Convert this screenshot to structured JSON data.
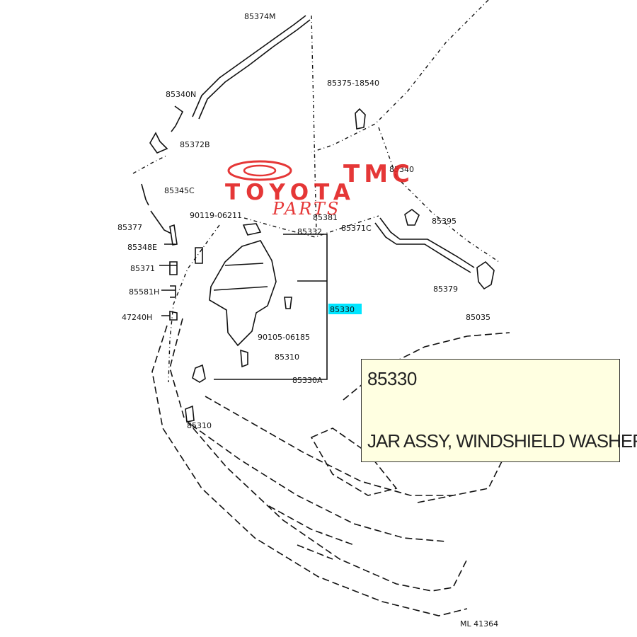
{
  "watermark": {
    "line1": "TMC",
    "line2": "TOYOTA",
    "line3": "PARTS",
    "color": "#e32222"
  },
  "highlight_color": "#00e5ff",
  "callout": {
    "part_number": "85330",
    "description": "JAR ASSY, WINDSHIELD WASHER"
  },
  "labels": {
    "top_hose": "85374M",
    "hose_a": "85340N",
    "hose_clip": "85372B",
    "hose_b": "85345C",
    "pump_plug": "85375-18540",
    "grommet": "85340",
    "cap": "85381",
    "clip_right": "85371C",
    "hose_right": "85395",
    "nozzle_hose": "85379",
    "nozzle": "85035",
    "left_1": "85377",
    "left_2": "85348E",
    "left_3": "85371",
    "left_4": "85581H",
    "left_5": "47240H",
    "bolt_top": "90119-06211",
    "inlet": "85332",
    "highlighted": "85330",
    "bolt_mid": "90105-06185",
    "grommet_low": "85310",
    "jar_a": "85330A",
    "bottom": "85310",
    "figure_code": "ML 41364"
  }
}
